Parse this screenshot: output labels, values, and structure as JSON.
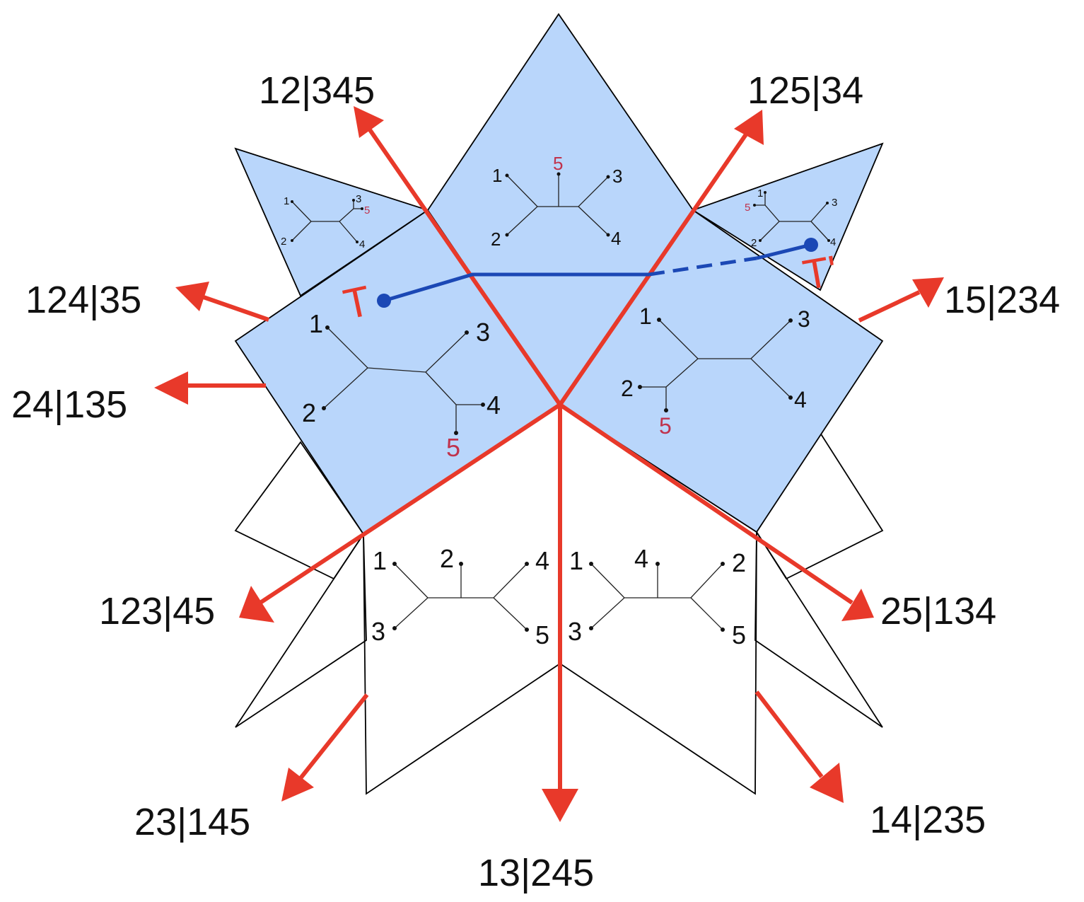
{
  "colors": {
    "region_fill": "#b9d6fb",
    "ray": "#e8392a",
    "path": "#1b48b5",
    "leaf_red": "#c0334d",
    "ink": "#111111"
  },
  "splits": {
    "s12_345": "12|345",
    "s125_34": "125|34",
    "s124_35": "124|35",
    "s15_234": "15|234",
    "s24_135": "24|135",
    "s123_45": "123|45",
    "s25_134": "25|134",
    "s23_145": "23|145",
    "s14_235": "14|235",
    "s13_245": "13|245"
  },
  "points": {
    "t": "T",
    "t_prime": "T'"
  },
  "trees": {
    "top": {
      "l1": "1",
      "l2": "2",
      "l3": "3",
      "l4": "4",
      "l5": "5"
    },
    "upper_left": {
      "l1": "1",
      "l2": "2",
      "l3": "3",
      "l4": "4",
      "l5": "5"
    },
    "upper_right": {
      "l1": "1",
      "l2": "2",
      "l3": "3",
      "l4": "4",
      "l5": "5"
    },
    "left": {
      "l1": "1",
      "l2": "2",
      "l3": "3",
      "l4": "4",
      "l5": "5"
    },
    "right": {
      "l1": "1",
      "l2": "2",
      "l3": "3",
      "l4": "4",
      "l5": "5"
    },
    "bottom_left": {
      "l1": "1",
      "l2": "2",
      "l3": "3",
      "l4": "4",
      "l5": "5"
    },
    "bottom_right": {
      "l1": "1",
      "l2": "4",
      "l3": "3",
      "l4": "2",
      "l5": "5"
    }
  }
}
